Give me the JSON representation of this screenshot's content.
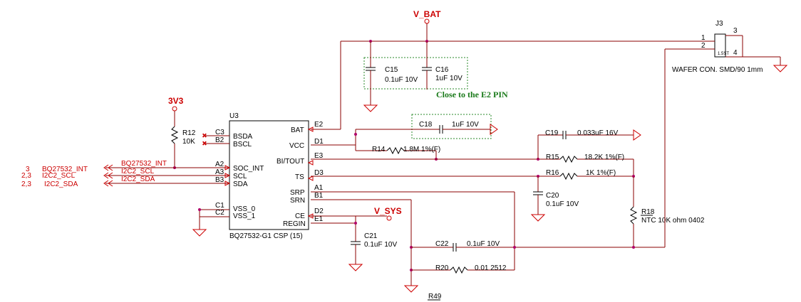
{
  "nets": {
    "vbat": "V_BAT",
    "v3v3": "3V3",
    "vsys": "V_SYS"
  },
  "note": "Close to the E2 PIN",
  "ic": {
    "ref": "U3",
    "part": "BQ27532-G1 CSP (15)",
    "pins_left": [
      {
        "num": "C3",
        "name": "BSDA"
      },
      {
        "num": "B2",
        "name": "BSCL"
      },
      {
        "num": "A2",
        "name": "SOC_INT"
      },
      {
        "num": "A3",
        "name": "SCL"
      },
      {
        "num": "B3",
        "name": "SDA"
      },
      {
        "num": "C1",
        "name": "VSS_0"
      },
      {
        "num": "C2",
        "name": "VSS_1"
      }
    ],
    "pins_right": [
      {
        "num": "E2",
        "name": "BAT"
      },
      {
        "num": "D1",
        "name": "VCC"
      },
      {
        "num": "E3",
        "name": "BI/TOUT"
      },
      {
        "num": "D3",
        "name": "TS"
      },
      {
        "num": "A1",
        "name": "SRP"
      },
      {
        "num": "B1",
        "name": "SRN"
      },
      {
        "num": "D2",
        "name": "CE"
      },
      {
        "num": "E1",
        "name": "REGIN"
      }
    ]
  },
  "offpage": [
    {
      "sheet": "3",
      "net": "BQ27532_INT"
    },
    {
      "sheet": "2,3",
      "net": "I2C2_SCL"
    },
    {
      "sheet": "2,3",
      "net": "I2C2_SDA"
    }
  ],
  "wire_labels": [
    "BQ27532_INT",
    "I2C2_SCL",
    "I2C2_SDA"
  ],
  "parts": {
    "c15": {
      "ref": "C15",
      "val": "0.1uF 10V"
    },
    "c16": {
      "ref": "C16",
      "val": "1uF 10V"
    },
    "c18": {
      "ref": "C18",
      "val": "1uF 10V"
    },
    "c19": {
      "ref": "C19",
      "val": "0.033uF 16V"
    },
    "c20": {
      "ref": "C20",
      "val": "0.1uF 10V"
    },
    "c21": {
      "ref": "C21",
      "val": "0.1uF 10V"
    },
    "c22": {
      "ref": "C22",
      "val": "0.1uF 10V"
    },
    "r12": {
      "ref": "R12",
      "val": "10K"
    },
    "r14": {
      "ref": "R14",
      "val": "1.8M 1%(F)"
    },
    "r15": {
      "ref": "R15",
      "val": "18.2K 1%(F)"
    },
    "r16": {
      "ref": "R16",
      "val": "1K 1%(F)"
    },
    "r18": {
      "ref": "R18",
      "val": "NTC 10K ohm 0402"
    },
    "r20": {
      "ref": "R20",
      "val": "0.01 2512"
    },
    "r49": {
      "ref": "R49",
      "val": ""
    }
  },
  "connector": {
    "ref": "J3",
    "desc": "WAFER CON. SMD/90 1mm",
    "body_label": "1.5ST",
    "pins": [
      "1",
      "2",
      "3",
      "4"
    ]
  }
}
